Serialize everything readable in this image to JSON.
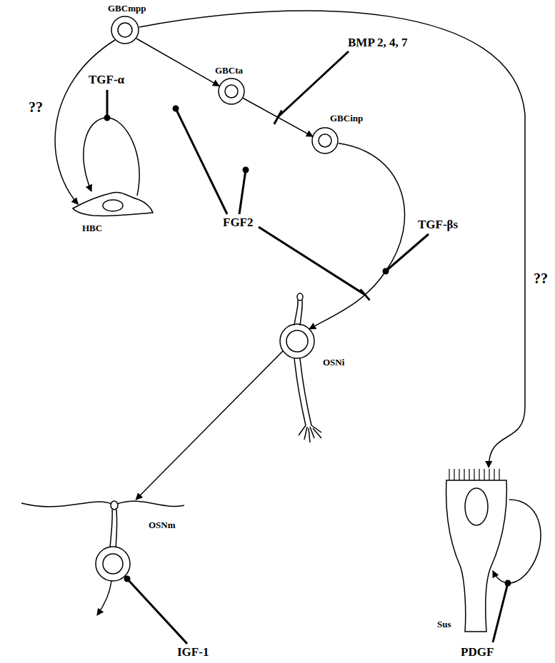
{
  "diagram": {
    "nodes": [
      {
        "text": [
          "GBCmpp"
        ]
      },
      {
        "text": [
          "GBCta"
        ]
      },
      {
        "text": [
          "GBCinp"
        ]
      },
      {
        "text": [
          "HBC"
        ]
      },
      {
        "text": [
          "OSNi"
        ]
      },
      {
        "text": [
          "OSNm"
        ]
      },
      {
        "text": [
          "Sus"
        ]
      }
    ],
    "edges": [
      {
        "from": 0,
        "to": 1,
        "arrow": "to"
      },
      {
        "from": 0,
        "to": 3,
        "label": "??",
        "arrow": "to"
      },
      {
        "from": 0,
        "to": 6,
        "label": "??",
        "arrow": "to"
      },
      {
        "from": 1,
        "to": 2,
        "arrow": "to"
      },
      {
        "from": 2,
        "to": 4,
        "arrow": "to"
      },
      {
        "from": 4,
        "to": 5,
        "arrow": "to"
      }
    ],
    "labels": [
      "TGF-α",
      "BMP 2, 4, 7",
      "FGF2",
      "TGF-βs",
      "IGF-1",
      "PDGF"
    ]
  }
}
